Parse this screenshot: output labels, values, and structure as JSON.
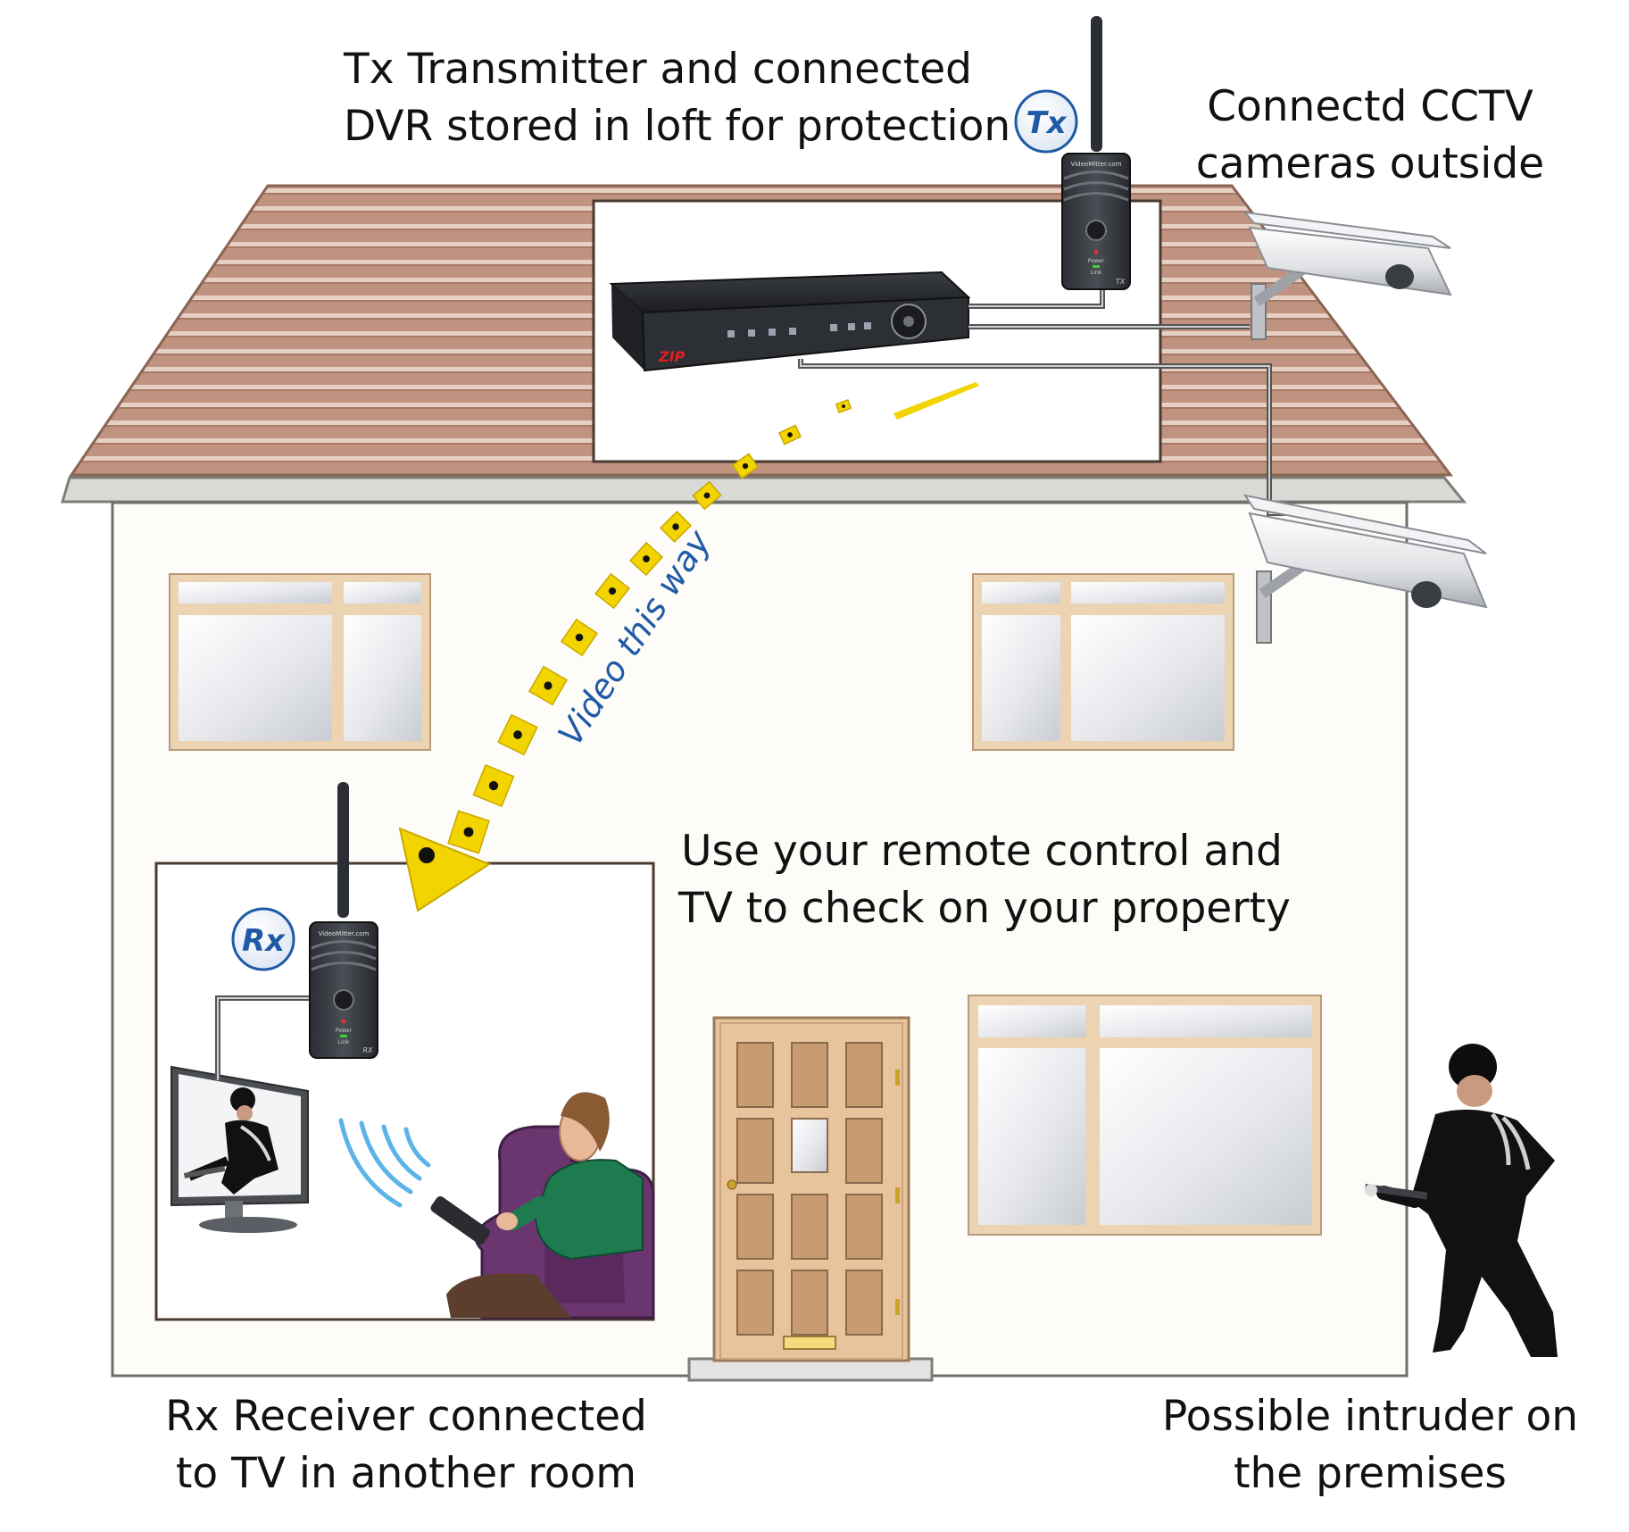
{
  "captions": {
    "tx": {
      "line1": "Tx Transmitter and connected",
      "line2": "DVR stored in loft for protection"
    },
    "cctv": {
      "line1": "Connectd CCTV",
      "line2": "cameras outside"
    },
    "remote": {
      "line1": "Use your remote control and",
      "line2": "TV to check on your property"
    },
    "rx": {
      "line1": "Rx Receiver connected",
      "line2": "to TV in another room"
    },
    "intruder": {
      "line1": "Possible intruder on",
      "line2": "the premises"
    }
  },
  "badges": {
    "tx": "Tx",
    "rx": "Rx"
  },
  "video_path_label": "Video this way",
  "device_labels": {
    "brand": "VideoMitter.com",
    "power": "Power",
    "link": "Link",
    "tx_unit": "TX",
    "rx_unit": "RX",
    "dvr_logo": "ZIP"
  },
  "colors": {
    "roof_tile": "#c09380",
    "roof_stripe": "#e6cfc3",
    "wall": "#fdfcf8",
    "window_frame": "#ecd4b2",
    "door": "#e8c49c",
    "door_panel": "#c89b70",
    "video_arrow": "#f2d400",
    "accent_blue": "#1f5aa6",
    "armchair": "#6b3570",
    "shirt": "#1e7a4f"
  }
}
